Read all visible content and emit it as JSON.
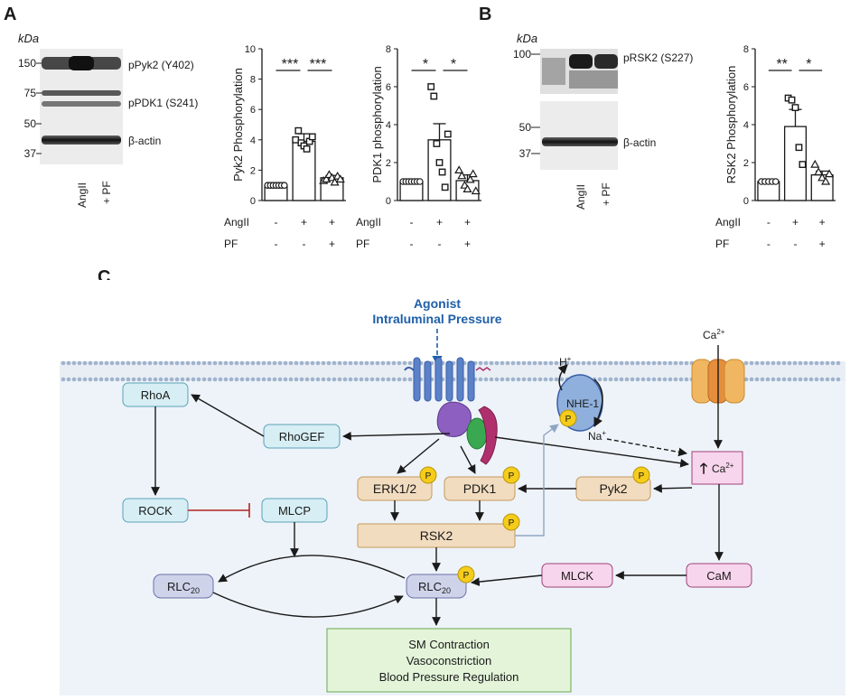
{
  "panel_a": {
    "letter": "A",
    "blot": {
      "unit": "kDa",
      "mw": [
        "150",
        "75",
        "50",
        "37"
      ],
      "bands": [
        "pPyk2 (Y402)",
        "pPDK1 (S241)",
        "β-actin"
      ],
      "lanes": [
        "AngII",
        "+ PF"
      ]
    }
  },
  "panel_b": {
    "letter": "B",
    "blot": {
      "unit": "kDa",
      "mw": [
        "100",
        "50",
        "37"
      ],
      "bands": [
        "pRSK2 (S227)",
        "β-actin"
      ],
      "lanes": [
        "AngII",
        "+ PF"
      ]
    }
  },
  "conditions": {
    "row1_label": "AngII",
    "row2_label": "PF",
    "row1": [
      "-",
      "+",
      "+"
    ],
    "row2": [
      "-",
      "-",
      "+"
    ]
  },
  "chart_data": [
    {
      "type": "bar",
      "ylabel": "Pyk2 Phosphorylation",
      "ylim": [
        0,
        10
      ],
      "yticks": [
        "0",
        "2",
        "4",
        "6",
        "8",
        "10"
      ],
      "categories": [
        "-/-",
        "+/-",
        "+/+"
      ],
      "values": [
        1.0,
        3.9,
        1.5
      ],
      "errors": [
        0,
        0.5,
        0.15
      ],
      "points": [
        [
          1,
          1,
          1,
          1,
          1,
          1,
          1
        ],
        [
          4.0,
          4.6,
          3.8,
          3.6,
          3.4,
          3.9,
          4.2
        ],
        [
          1.3,
          1.4,
          1.7,
          1.5,
          1.2,
          1.6,
          1.4
        ]
      ],
      "markers": [
        "circle",
        "square",
        "triangle"
      ],
      "significance": [
        "***",
        "***"
      ]
    },
    {
      "type": "bar",
      "ylabel": "PDK1 phosphorylation",
      "ylim": [
        0,
        8
      ],
      "yticks": [
        "0",
        "2",
        "4",
        "6",
        "8"
      ],
      "categories": [
        "-/-",
        "+/-",
        "+/+"
      ],
      "values": [
        1.0,
        3.2,
        1.05
      ],
      "errors": [
        0,
        0.85,
        0.3
      ],
      "points": [
        [
          1,
          1,
          1,
          1,
          1,
          1,
          1
        ],
        [
          6.0,
          5.5,
          3.0,
          2.0,
          1.5,
          0.7,
          3.5
        ],
        [
          1.6,
          1.3,
          0.8,
          0.6,
          1.1,
          1.4,
          0.5
        ]
      ],
      "markers": [
        "circle",
        "square",
        "triangle"
      ],
      "significance": [
        "*",
        "*"
      ]
    },
    {
      "type": "bar",
      "ylabel": "RSK2 Phosphorylation",
      "ylim": [
        0,
        8
      ],
      "yticks": [
        "0",
        "2",
        "4",
        "6",
        "8"
      ],
      "categories": [
        "-/-",
        "+/-",
        "+/+"
      ],
      "values": [
        1.0,
        3.9,
        1.35
      ],
      "errors": [
        0,
        0.9,
        0.2
      ],
      "points": [
        [
          1,
          1,
          1,
          1,
          1
        ],
        [
          5.4,
          5.3,
          4.9,
          2.8,
          1.9
        ],
        [
          1.9,
          1.5,
          1.2,
          1.0,
          1.4
        ]
      ],
      "markers": [
        "circle",
        "square",
        "triangle"
      ],
      "significance": [
        "**",
        "*"
      ]
    }
  ],
  "panel_c": {
    "letter": "C",
    "agonist_line1": "Agonist",
    "agonist_line2": "Intraluminal Pressure",
    "ca_top": "Ca",
    "ca_sup": "2+",
    "h": "H",
    "h_sup": "+",
    "na": "Na",
    "na_sup": "+",
    "nhe1": "NHE-1",
    "p": "P",
    "ca_box": "Ca",
    "nodes": {
      "rhoa": "RhoA",
      "rhogef": "RhoGEF",
      "rock": "ROCK",
      "mlcp": "MLCP",
      "erk": "ERK1/2",
      "pdk1": "PDK1",
      "pyk2": "Pyk2",
      "rsk2": "RSK2",
      "rlc": "RLC",
      "rlc_sub": "20",
      "mlck": "MLCK",
      "cam": "CaM"
    },
    "outcome": [
      "SM Contraction",
      "Vasoconstriction",
      "Blood Pressure Regulation"
    ]
  },
  "colors": {
    "blue_box": "#d7eef4",
    "tan_box": "#f2dcbf",
    "pink_box": "#f7d5ec",
    "lav_box": "#cfd3ea",
    "green_box": "#e3f4d9",
    "phospho": "#f5cc1a",
    "agonist": "#1f5fa8",
    "inhibit": "#b22222"
  }
}
